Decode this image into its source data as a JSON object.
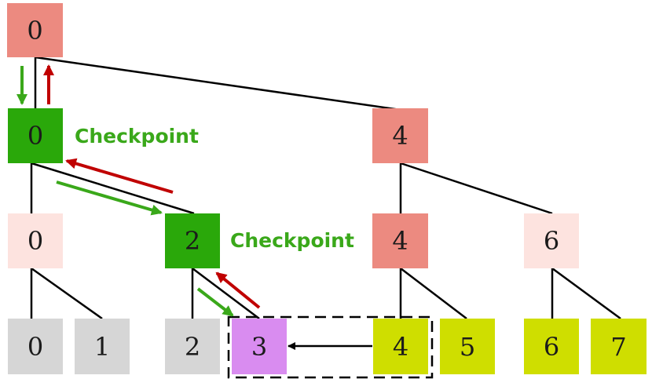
{
  "colors": {
    "root": "#ec8a80",
    "checkpoint": "#2aa80a",
    "light": "#fde3df",
    "leaf_gray": "#d6d6d6",
    "current": "#d98cf0",
    "yellow": "#cfde00",
    "line": "#000000",
    "green_arrow": "#3aa81a",
    "red_arrow": "#c00000",
    "checkpoint_text": "#3aa81a"
  },
  "nodes": [
    {
      "id": "n-l0-0",
      "label": "0",
      "color": "root"
    },
    {
      "id": "n-l1-0",
      "label": "0",
      "color": "checkpoint"
    },
    {
      "id": "n-l1-4",
      "label": "4",
      "color": "root"
    },
    {
      "id": "n-l2-0",
      "label": "0",
      "color": "light"
    },
    {
      "id": "n-l2-2",
      "label": "2",
      "color": "checkpoint"
    },
    {
      "id": "n-l2-4",
      "label": "4",
      "color": "root"
    },
    {
      "id": "n-l2-6",
      "label": "6",
      "color": "light"
    },
    {
      "id": "n-l3-0",
      "label": "0",
      "color": "leaf_gray"
    },
    {
      "id": "n-l3-1",
      "label": "1",
      "color": "leaf_gray"
    },
    {
      "id": "n-l3-2",
      "label": "2",
      "color": "leaf_gray"
    },
    {
      "id": "n-l3-3",
      "label": "3",
      "color": "current"
    },
    {
      "id": "n-l3-4",
      "label": "4",
      "color": "yellow"
    },
    {
      "id": "n-l3-5",
      "label": "5",
      "color": "yellow"
    },
    {
      "id": "n-l3-6",
      "label": "6",
      "color": "yellow"
    },
    {
      "id": "n-l3-7",
      "label": "7",
      "color": "yellow"
    }
  ],
  "checkpoint_labels": [
    "Checkpoint",
    "Checkpoint"
  ]
}
